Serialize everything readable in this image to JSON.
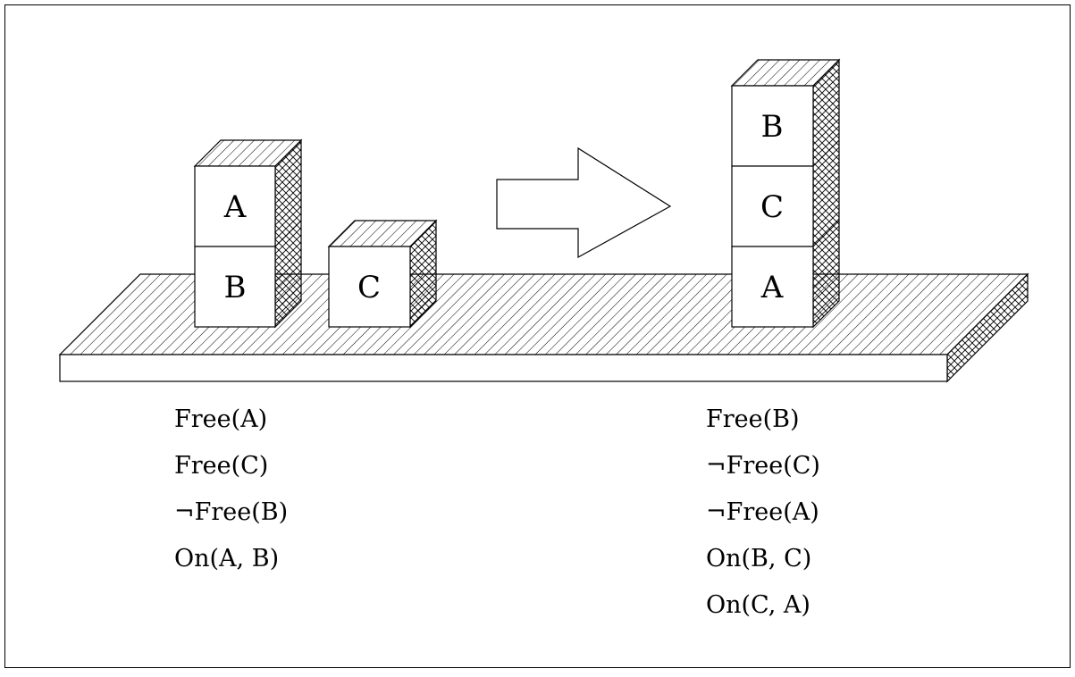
{
  "blocks": {
    "initial": {
      "top": "A",
      "bottom": "B",
      "single": "C"
    },
    "goal": {
      "top": "B",
      "middle": "C",
      "bottom": "A"
    }
  },
  "predicates": {
    "initial": [
      "Free(A)",
      "Free(C)",
      "¬Free(B)",
      "On(A, B)"
    ],
    "goal": [
      "Free(B)",
      "¬Free(C)",
      "¬Free(A)",
      "On(B, C)",
      "On(C, A)"
    ]
  },
  "colors": {
    "stroke": "#000000",
    "background": "#ffffff"
  }
}
